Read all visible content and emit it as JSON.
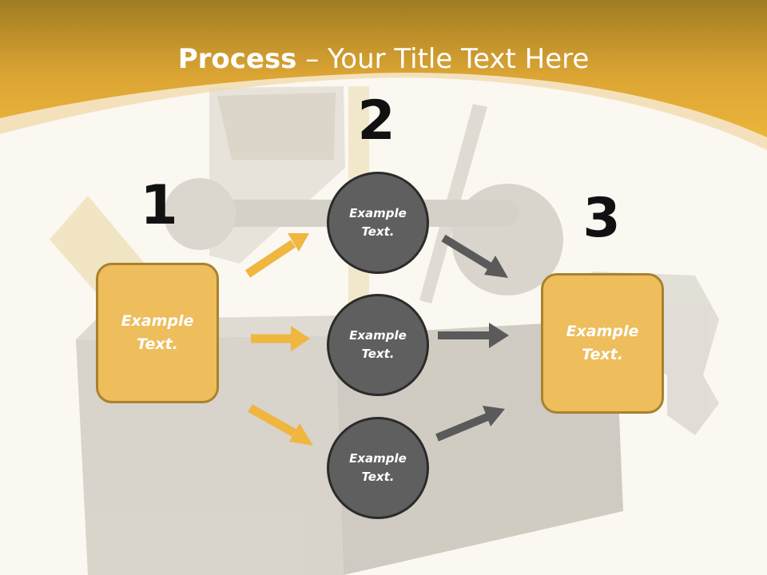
{
  "title": {
    "bold": "Process",
    "rest": " – Your Title Text Here"
  },
  "steps": [
    {
      "number": "1",
      "text": "Example\nText."
    },
    {
      "number": "2",
      "text": "Example\nText."
    },
    {
      "number": "3",
      "text": "Example\nText."
    }
  ],
  "circles": [
    {
      "text": "Example\nText."
    },
    {
      "text": "Example\nText."
    },
    {
      "text": "Example\nText."
    }
  ],
  "colors": {
    "header": "#e9b233",
    "box_fill": "#eebd5c",
    "box_border": "#a9822e",
    "circle_fill": "#5f5f5f",
    "circle_border": "#2b2b2b",
    "arrow_yellow": "#efb640",
    "arrow_gray": "#5a5a5a"
  }
}
